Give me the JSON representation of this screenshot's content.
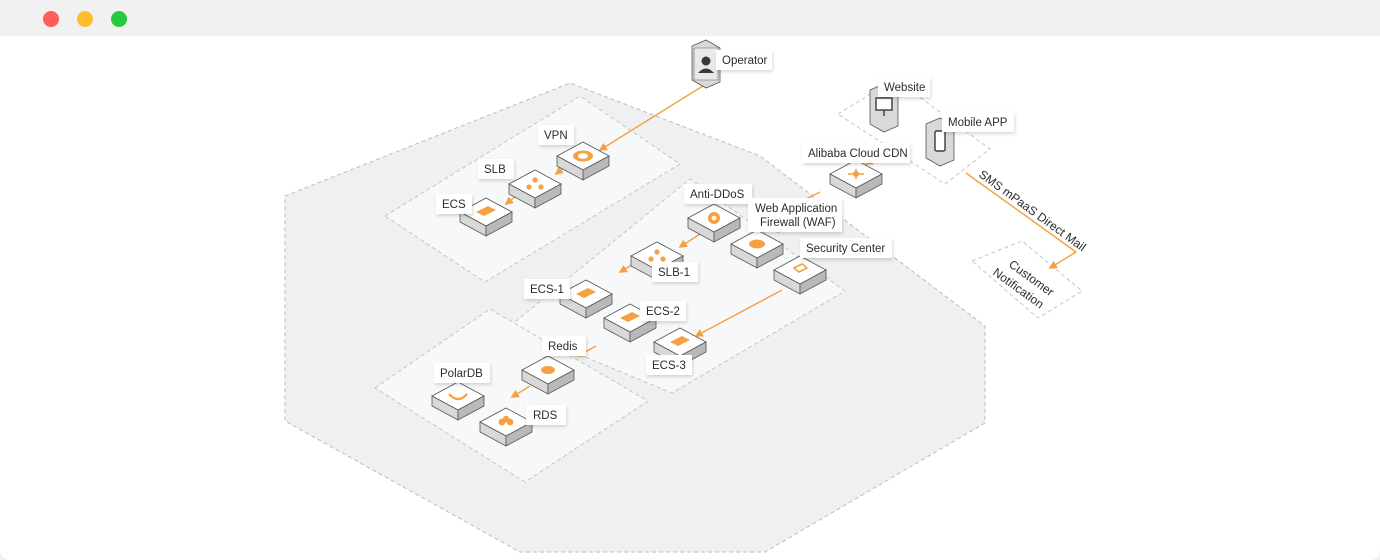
{
  "window": {
    "controls": [
      "close",
      "minimize",
      "maximize"
    ]
  },
  "colors": {
    "accent": "#f5a042",
    "zone_fill": "#eef0f2",
    "group_fill": "#f7f8f9",
    "line": "#b0b4b9"
  },
  "nodes": {
    "operator": "Operator",
    "website": "Website",
    "mobile_app": "Mobile APP",
    "cdn": "Alibaba Cloud CDN",
    "vpn": "VPN",
    "slb": "SLB",
    "ecs": "ECS",
    "anti_ddos": "Anti-DDoS",
    "waf_line1": "Web Application",
    "waf_line2": "Firewall (WAF)",
    "security_center": "Security Center",
    "slb1": "SLB-1",
    "ecs1": "ECS-1",
    "ecs2": "ECS-2",
    "ecs3": "ECS-3",
    "redis": "Redis",
    "polardb": "PolarDB",
    "rds": "RDS",
    "notification_line1": "Customer",
    "notification_line2": "Notification"
  },
  "edges": {
    "notification_channel": "SMS mPaaS Direct Mail"
  },
  "icons": {
    "operator": "user-icon",
    "website": "monitor-icon",
    "mobile_app": "phone-icon",
    "cdn": "network-icon",
    "vpn": "vpn-icon",
    "slb": "load-balancer-icon",
    "ecs": "server-icon",
    "anti_ddos": "shield-gear-icon",
    "waf": "firewall-icon",
    "security_center": "security-icon",
    "redis": "cache-icon",
    "polardb": "database-icon",
    "rds": "database-icon"
  }
}
